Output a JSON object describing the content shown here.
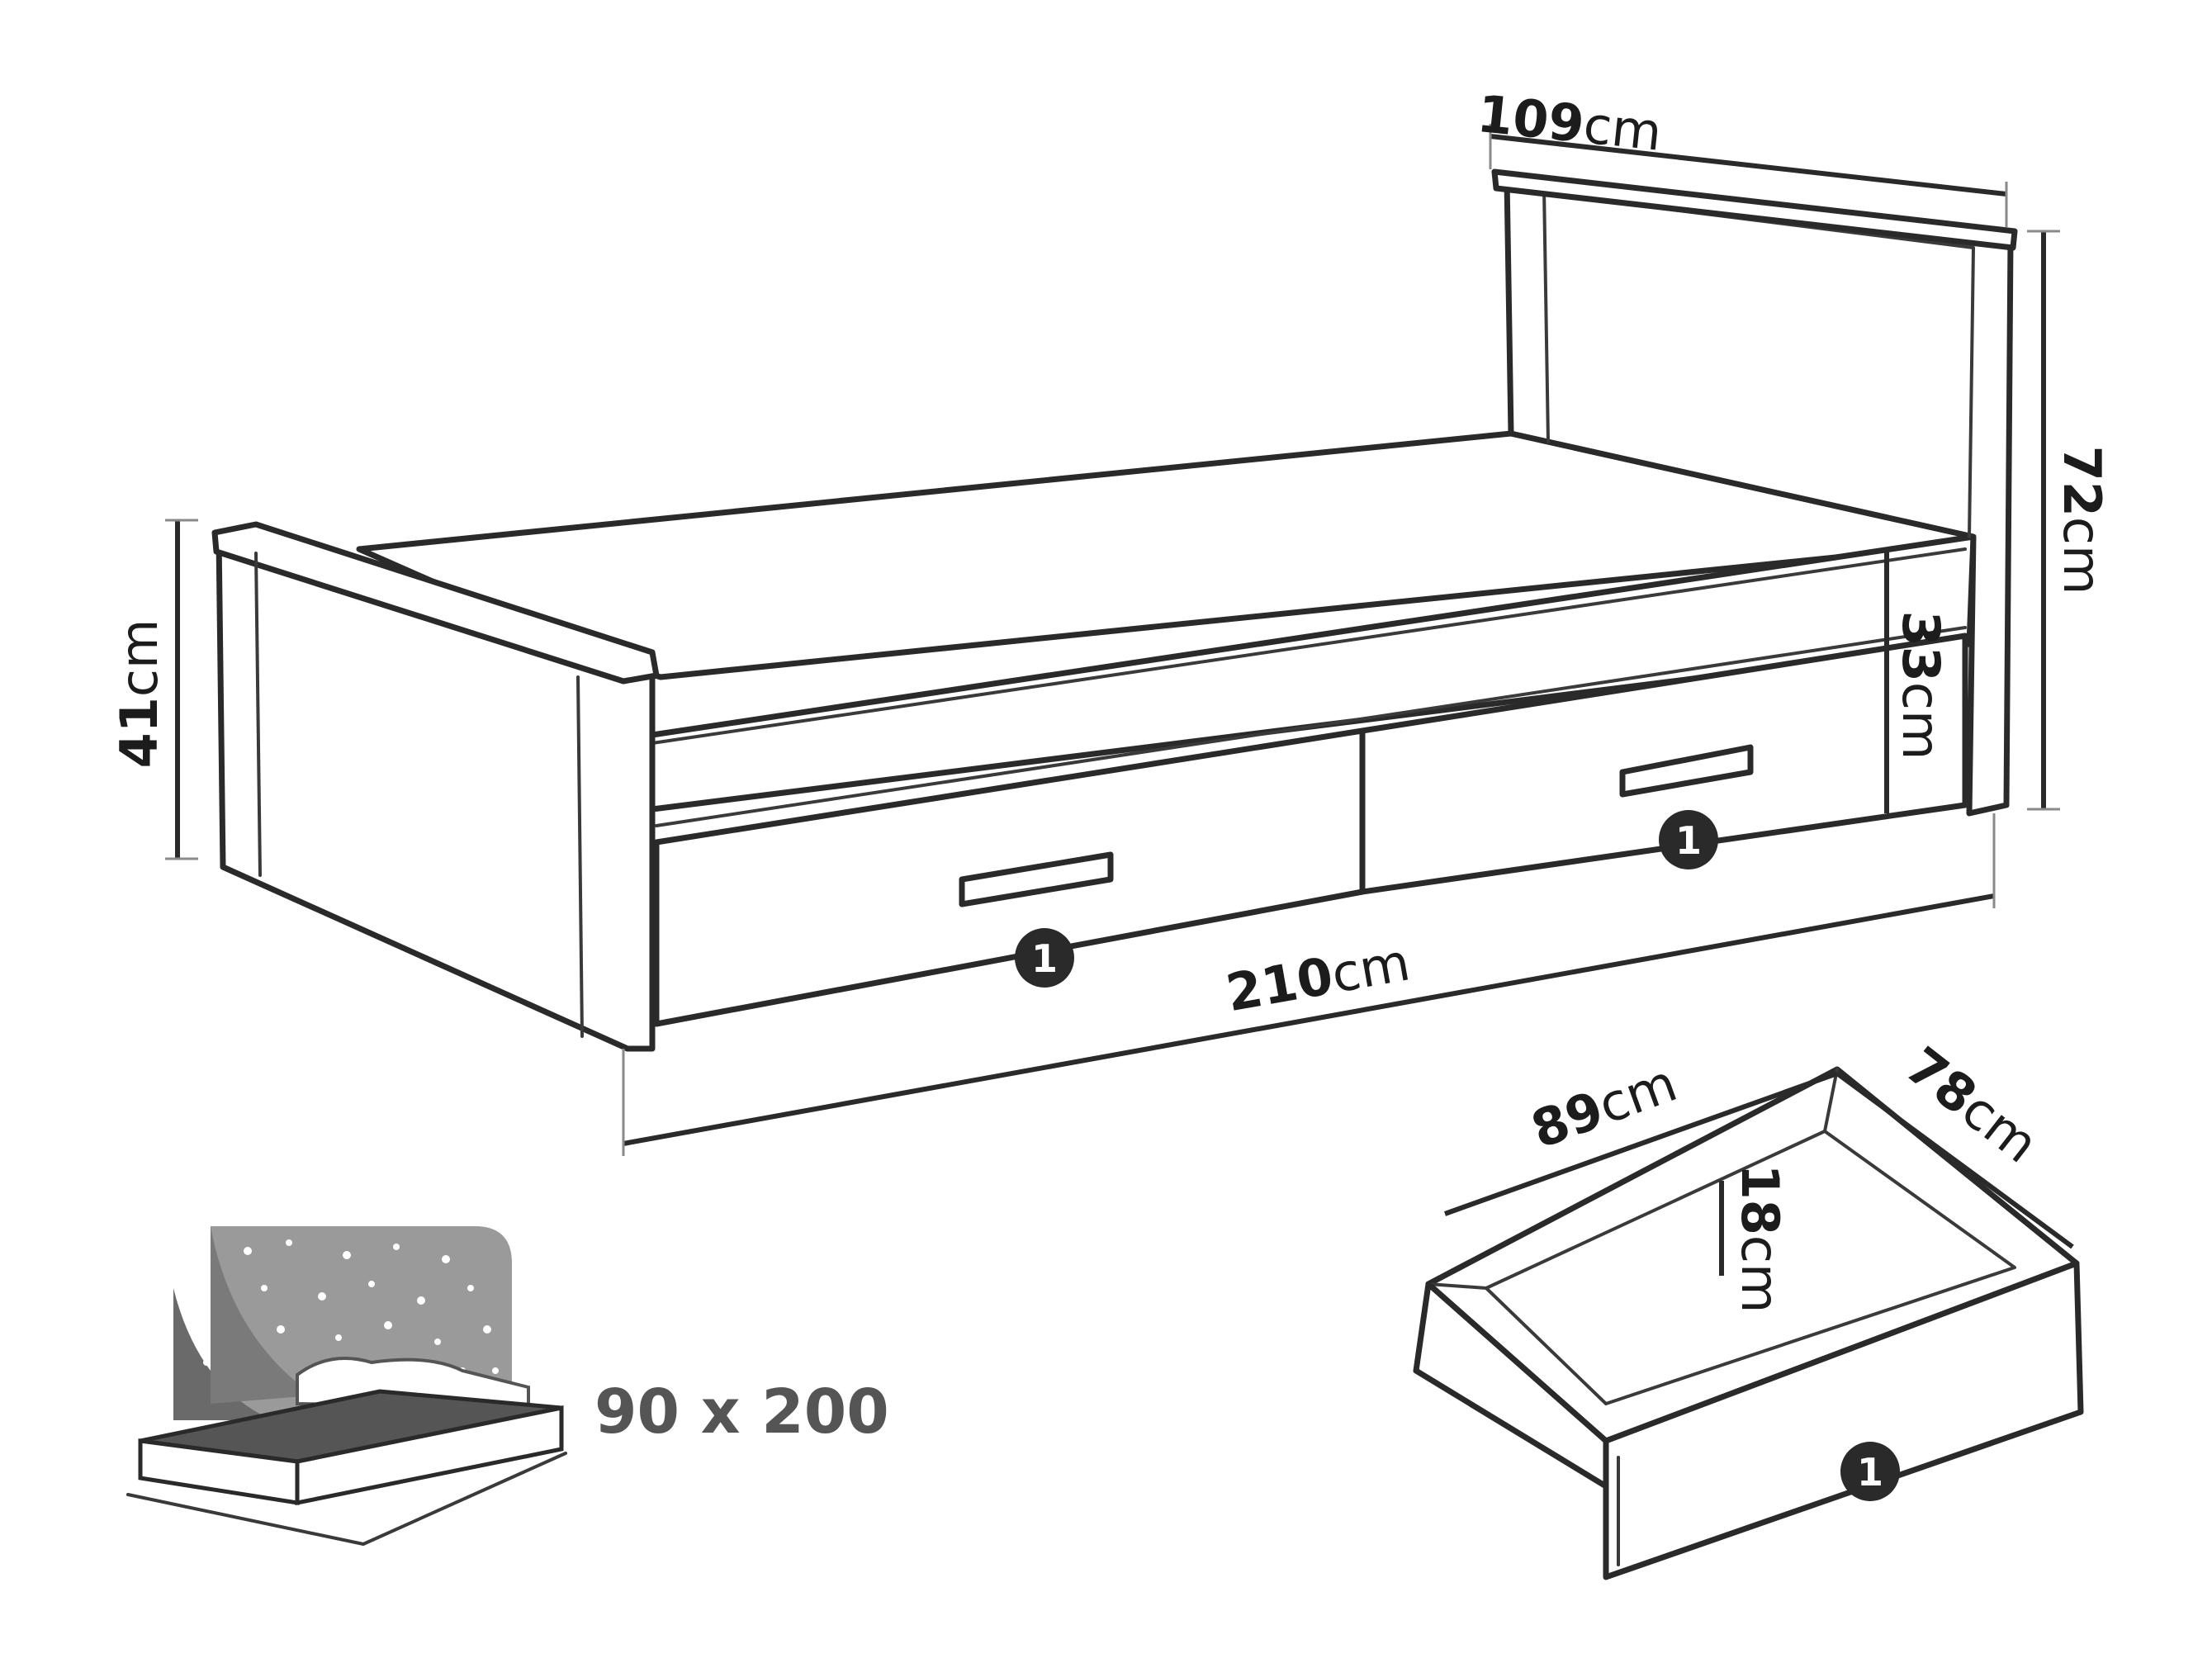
{
  "bed": {
    "width": {
      "value": "109",
      "unit": "cm"
    },
    "headboard_height": {
      "value": "72",
      "unit": "cm"
    },
    "footboard_height": {
      "value": "41",
      "unit": "cm"
    },
    "drawer_front_height": {
      "value": "33",
      "unit": "cm"
    },
    "length": {
      "value": "210",
      "unit": "cm"
    },
    "drawer_badges": [
      "1",
      "1"
    ]
  },
  "drawer": {
    "width": {
      "value": "89",
      "unit": "cm"
    },
    "depth": {
      "value": "78",
      "unit": "cm"
    },
    "height": {
      "value": "18",
      "unit": "cm"
    },
    "badge": "1"
  },
  "mattress": {
    "size_label": "90 x 200"
  },
  "colors": {
    "line": "#2a2a2a",
    "shade": "#9a9a9a",
    "label": "#555555",
    "background": "#ffffff"
  }
}
